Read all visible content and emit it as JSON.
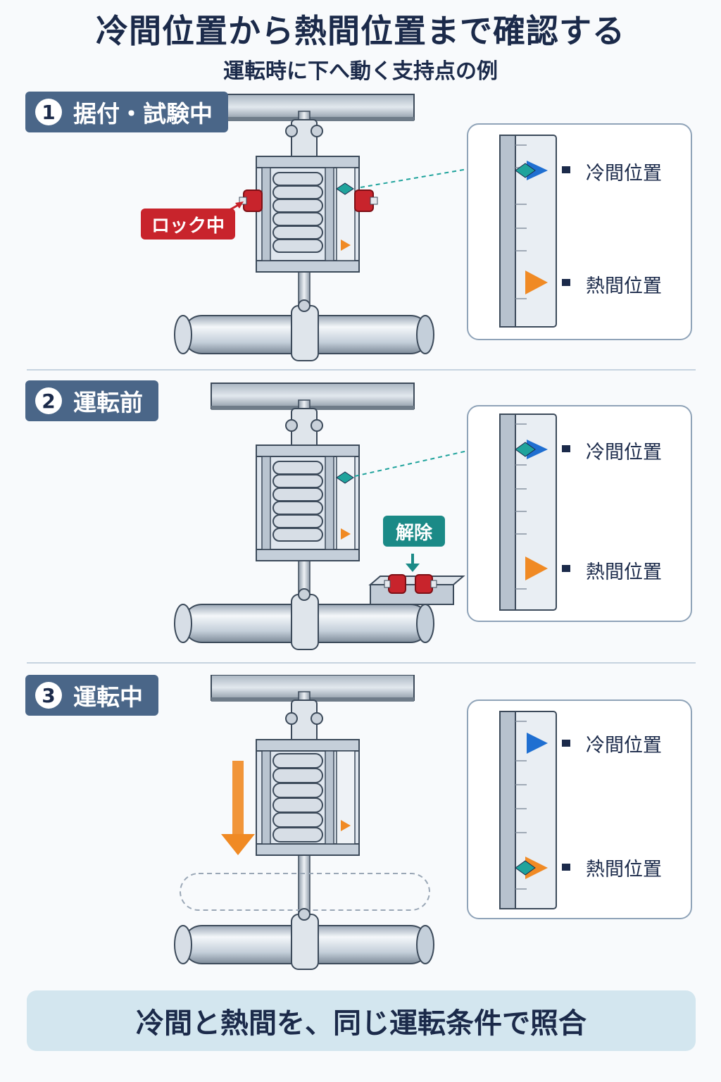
{
  "title": "冷間位置から熱間位置まで確認する",
  "subtitle": "運転時に下へ動く支持点の例",
  "steps": [
    {
      "number": "1",
      "label": "据付・試験中",
      "badge": "ロック中"
    },
    {
      "number": "2",
      "label": "運転前",
      "badge": "解除"
    },
    {
      "number": "3",
      "label": "運転中"
    }
  ],
  "gauge": {
    "cold_label": "冷間位置",
    "hot_label": "熱間位置"
  },
  "footer": "冷間と熱間を、同じ運転条件で照合",
  "colors": {
    "label_bg": "#4a6688",
    "lock": "#c8242c",
    "release": "#1b8a87",
    "cold_marker": "#1f6fd1",
    "hot_marker": "#f08a24",
    "move_arrow": "#f08a24"
  }
}
